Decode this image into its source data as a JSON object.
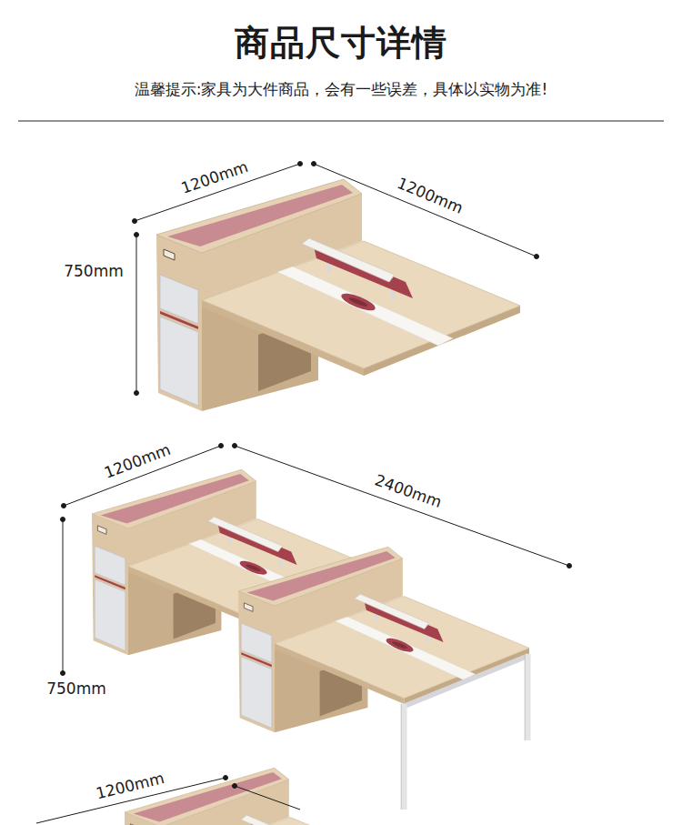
{
  "diagram": {
    "title": "商品尺寸详情",
    "labels": [
      "温馨提示:家具为大件商品，会有一些误差，具体以实物为准!",
      "1200mm",
      "1200mm",
      "750mm",
      "1200mm",
      "2400mm",
      "750mm",
      "1200mm"
    ]
  }
}
